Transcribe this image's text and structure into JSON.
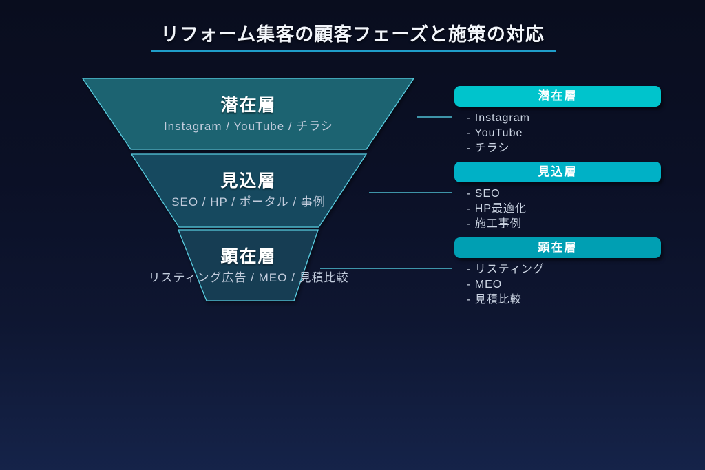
{
  "title": "リフォーム集客の顧客フェーズと施策の対応",
  "funnel": {
    "levels": [
      {
        "label": "潜在層",
        "tactics": "Instagram / YouTube / チラシ"
      },
      {
        "label": "見込層",
        "tactics": "SEO / HP / ポータル / 事例"
      },
      {
        "label": "顕在層",
        "tactics": "リスティング広告 / MEO / 見積比較"
      }
    ]
  },
  "panels": [
    {
      "header": "潜在層",
      "items": [
        "- Instagram",
        "- YouTube",
        "- チラシ"
      ]
    },
    {
      "header": "見込層",
      "items": [
        "- SEO",
        "- HP最適化",
        "- 施工事例"
      ]
    },
    {
      "header": "顕在層",
      "items": [
        "- リスティング",
        "- MEO",
        "- 見積比較"
      ]
    }
  ],
  "colors": {
    "background_top": "#090d1e",
    "background_bottom": "#152349",
    "title_underline": "#1f9dc9",
    "funnel_fills": [
      "#1d6471",
      "#174a5e",
      "#153e53"
    ],
    "funnel_border": "#58cbdf",
    "connector_line": "#4fc0d4",
    "panel_header_fills": [
      "#00c4cc",
      "#00b1c6",
      "#009fb3"
    ]
  }
}
